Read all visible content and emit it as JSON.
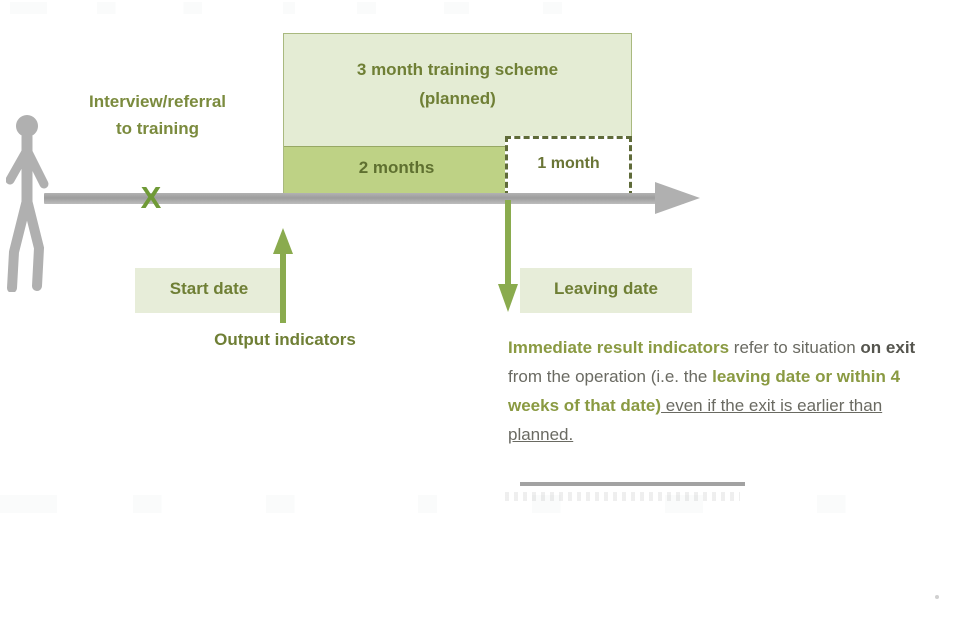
{
  "diagram": {
    "title_labels": {
      "interview": "Interview/referral\nto training",
      "interview_line1": "Interview/referral",
      "interview_line2": "to training",
      "x_marker": "X"
    },
    "timeline": {
      "direction": "left-to-right",
      "line_color": "#aeaeae",
      "person_icon": "walking-person-icon"
    },
    "bars": [
      {
        "name": "planned-scheme",
        "line1": "3 month training scheme",
        "line2": "(planned)",
        "fill": "#e4ecd4",
        "border": "#a9b97f",
        "duration_months": 3,
        "style": "solid"
      },
      {
        "name": "actual-participation",
        "label": "2 months",
        "fill": "#bed285",
        "duration_months": 2,
        "style": "solid"
      },
      {
        "name": "not-completed",
        "label": "1 month",
        "fill": "#ffffff",
        "border": "#5f6b39",
        "duration_months": 1,
        "style": "dashed"
      }
    ],
    "callouts": {
      "start_date": "Start date",
      "output_indicators": "Output indicators",
      "leaving_date": "Leaving date"
    },
    "paragraph": {
      "seg1": "Immediate result indicators",
      "seg2": " refer to situation ",
      "seg3": "on exit",
      "seg4": " from the operation (i.e. the ",
      "seg5": "leaving date or within 4 weeks of that date)",
      "seg6": " even if the exit is earlier than planned."
    },
    "colors": {
      "green_text": "#6f7f35",
      "olive_bold": "#8a9a42",
      "dark_text": "#55554e",
      "body_text": "#6a6a62",
      "bar_light": "#e4ecd4",
      "bar_dark": "#bed285",
      "timeline_grey": "#aeaeae",
      "callout_bg": "#e7edd9"
    }
  }
}
